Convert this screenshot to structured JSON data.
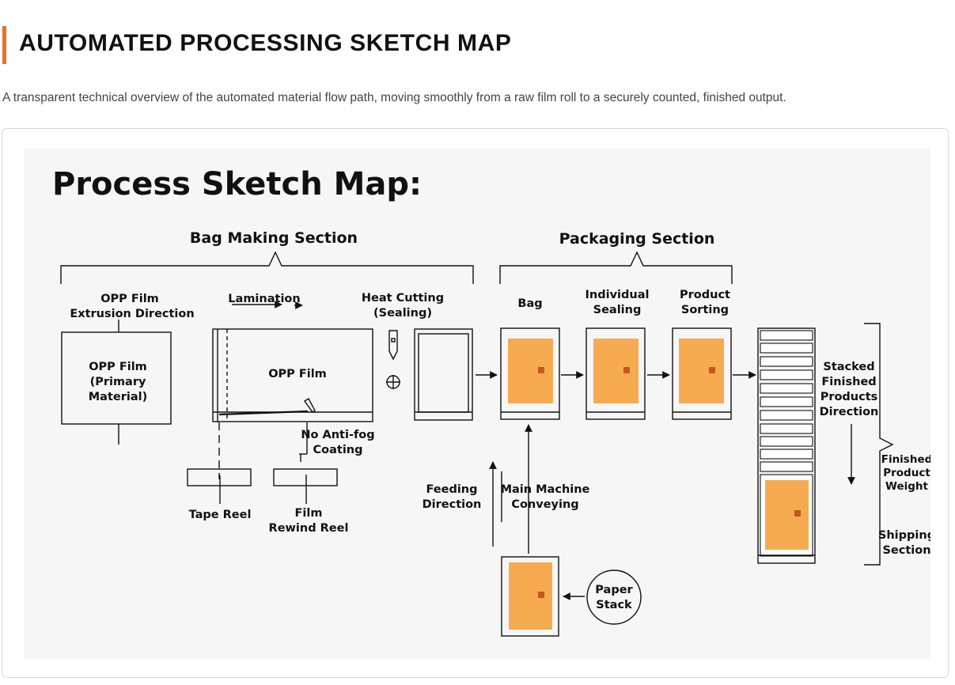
{
  "header": {
    "title": "AUTOMATED PROCESSING SKETCH MAP",
    "subtitle": "A transparent technical overview of the automated material flow path, moving smoothly from a raw film roll to a securely counted, finished output.",
    "accent_color": "#e8702a"
  },
  "diagram": {
    "title": "Process Sketch Map:",
    "bag_making_section": "Bag Making Section",
    "packaging_section": "Packaging Section",
    "opp_extrusion": [
      "OPP Film",
      "Extrusion Direction"
    ],
    "opp_primary": [
      "OPP Film",
      "(Primary",
      "Material)"
    ],
    "lamination": "Lamination",
    "opp_film": "OPP Film",
    "heat_cutting": [
      "Heat Cutting",
      "(Sealing)"
    ],
    "no_antifog": [
      "No Anti-fog",
      "Coating"
    ],
    "tape_reel": "Tape Reel",
    "film_rewind": [
      "Film",
      "Rewind Reel"
    ],
    "bag": "Bag",
    "individual_sealing": [
      "Individual",
      "Sealing"
    ],
    "product_sorting": [
      "Product",
      "Sorting"
    ],
    "stacked_finished": [
      "Stacked",
      "Finished",
      "Products",
      "Direction"
    ],
    "finished_weight": [
      "Finished",
      "Product",
      "Weight"
    ],
    "shipping_section": [
      "Shipping",
      "Section"
    ],
    "feeding_direction": [
      "Feeding",
      "Direction"
    ],
    "main_conveying": [
      "Main Machine",
      "Conveying"
    ],
    "paper_stack": [
      "Paper",
      "Stack"
    ],
    "colors": {
      "product": "#f7ab50",
      "marker": "#c8551b",
      "line": "#111111"
    }
  }
}
